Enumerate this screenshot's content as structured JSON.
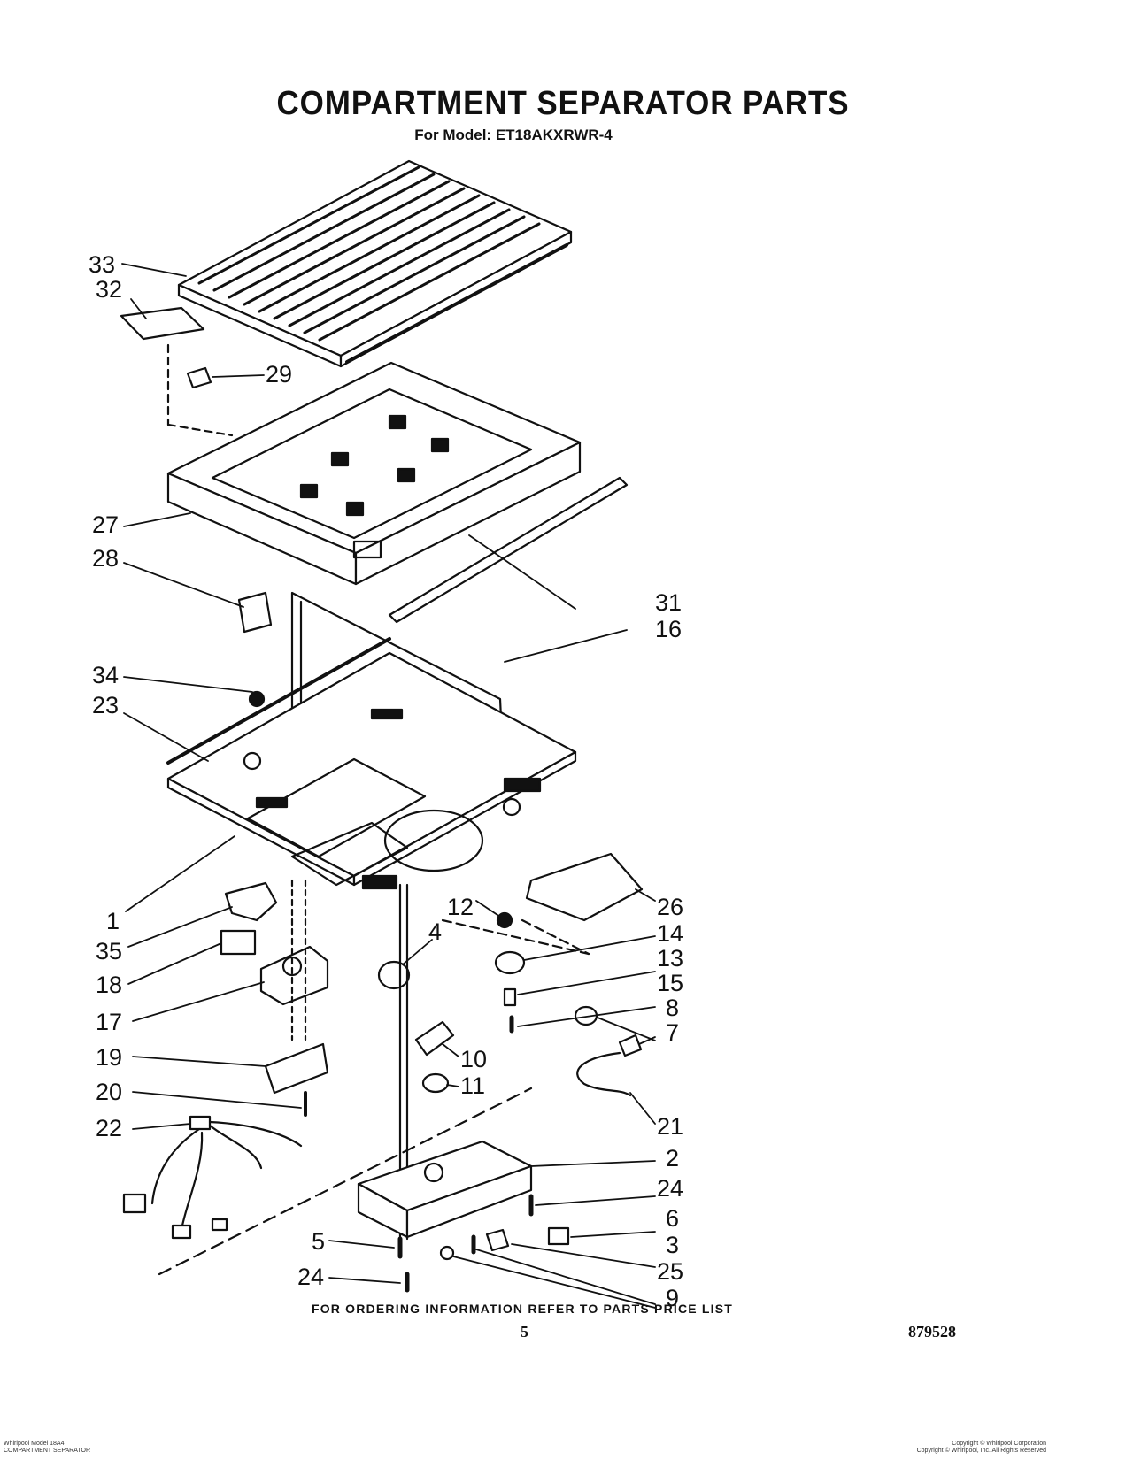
{
  "header": {
    "title": "COMPARTMENT SEPARATOR PARTS",
    "subtitle": "For Model: ET18AKXRWR-4"
  },
  "callouts": [
    "33",
    "32",
    "29",
    "27",
    "28",
    "31",
    "16",
    "34",
    "23",
    "1",
    "35",
    "18",
    "17",
    "19",
    "20",
    "22",
    "12",
    "4",
    "26",
    "14",
    "13",
    "15",
    "8",
    "7",
    "10",
    "11",
    "21",
    "2",
    "24",
    "6",
    "3",
    "5",
    "24",
    "25",
    "9"
  ],
  "footer": {
    "ordering_note": "FOR ORDERING INFORMATION REFER TO PARTS PRICE LIST",
    "page_number": "5",
    "document_number": "879528",
    "left_line1": "Whirlpool Model 18A4",
    "left_line2": "COMPARTMENT SEPARATOR",
    "right_line1": "Copyright © Whirlpool Corporation",
    "right_line2": "Copyright © Whirlpool, Inc. All Rights Reserved"
  }
}
